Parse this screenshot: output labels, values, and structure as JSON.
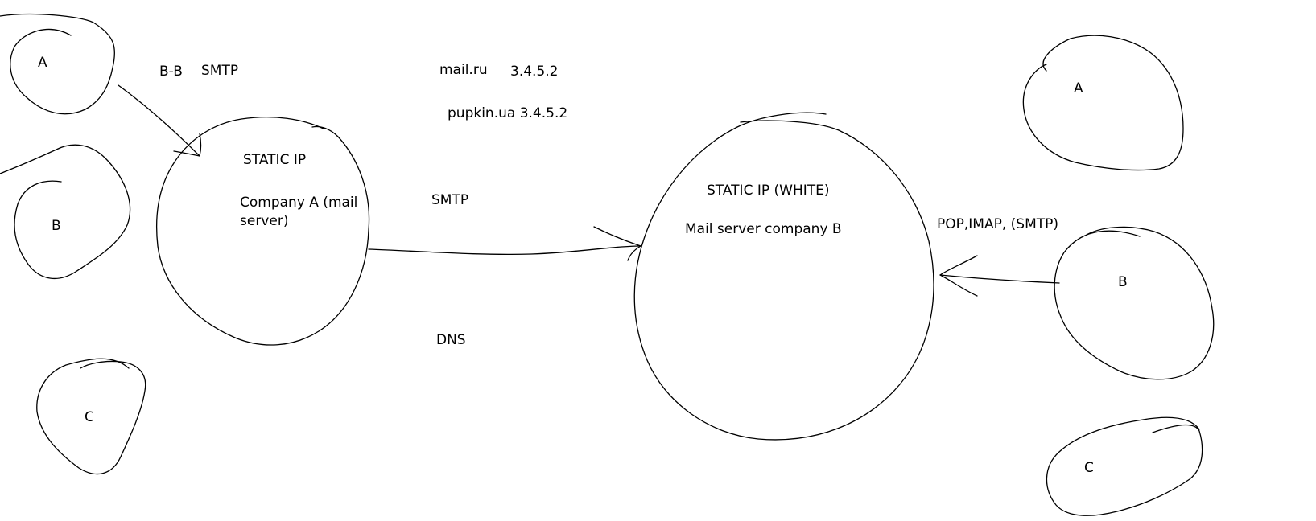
{
  "colors": {
    "background": "#ffffff",
    "ink": "#000000"
  },
  "left_clients": {
    "a": "A",
    "b": "B",
    "c": "C"
  },
  "right_clients": {
    "a": "A",
    "b": "B",
    "c": "C"
  },
  "top_labels": {
    "bb": "B-B",
    "smtp": "SMTP",
    "domain1": "mail.ru",
    "ip1": "3.4.5.2",
    "domain2": "pupkin.ua 3.4.5.2"
  },
  "server_a": {
    "static_ip": "STATIC IP",
    "name": "Company A (mail server)"
  },
  "link": {
    "smtp": "SMTP",
    "dns": "DNS"
  },
  "server_b": {
    "static_ip": "STATIC IP (WHITE)",
    "name": "Mail server company B"
  },
  "client_protocols": "POP,IMAP, (SMTP)"
}
